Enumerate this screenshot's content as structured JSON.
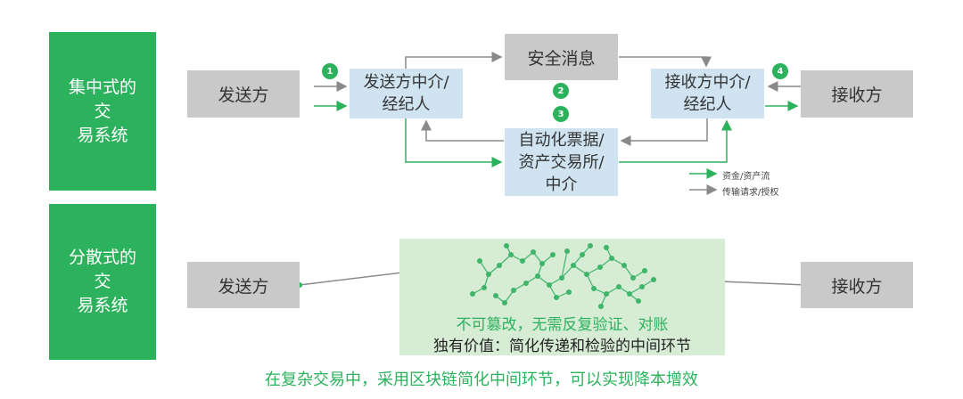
{
  "centralized": {
    "section_label": "集中式的交\n易系统",
    "sender": "发送方",
    "sender_broker": "发送方中介/\n经纪人",
    "security_message": "安全消息",
    "receiver_broker": "接收方中介/\n经纪人",
    "receiver": "接收方",
    "clearing_house": "自动化票据/\n资产交易所/\n中介",
    "steps": [
      "1",
      "2",
      "3",
      "4"
    ],
    "legend": {
      "asset_flow": "资金/资产流",
      "request_flow": "传输请求/授权"
    }
  },
  "decentralized": {
    "section_label": "分散式的交\n易系统",
    "sender": "发送方",
    "receiver": "接收方",
    "tamper_text": "不可篡改，无需反复验证、对账",
    "value_text": "独有价值：简化传递和检验的中间环节"
  },
  "conclusion": "在复杂交易中，采用区块链简化中间环节，可以实现降本增效",
  "colors": {
    "green": "#2cb25d",
    "gray_box": "#c9c9c9",
    "blue_box": "#cfe3f1",
    "network_bg": "#d7ecd5",
    "network_node": "#3fb56a",
    "arrow_gray": "#8a8a8a"
  }
}
